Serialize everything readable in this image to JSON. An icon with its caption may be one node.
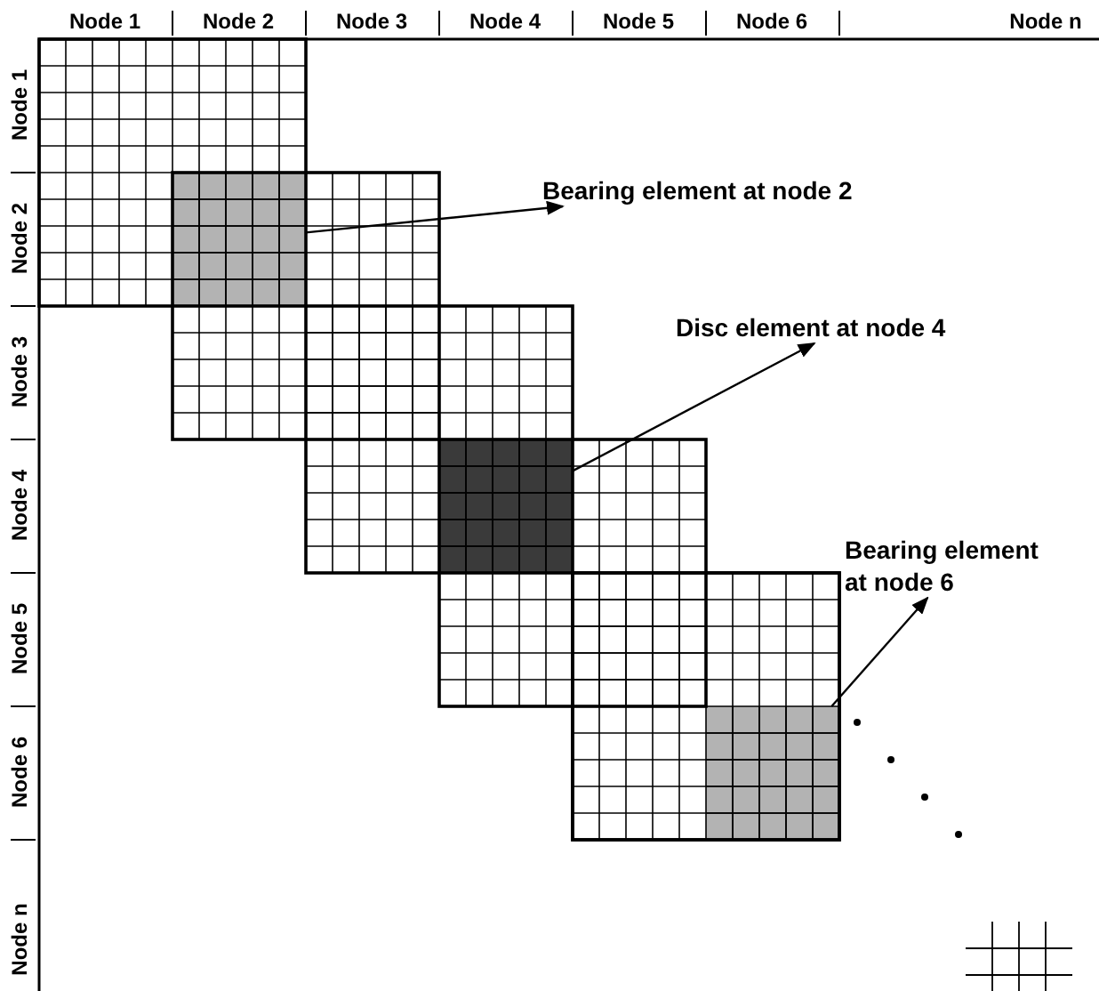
{
  "diagram": {
    "nodes": [
      {
        "text": [
          "Bearing element at node 2"
        ]
      },
      {
        "text": [],
        "shape": "box"
      },
      {
        "text": [
          "Disc element at node 4"
        ]
      },
      {
        "text": [],
        "shape": "box"
      },
      {
        "text": [
          "Bearing element at node 6"
        ]
      },
      {
        "text": [],
        "shape": "box"
      }
    ],
    "edges": [
      {
        "from": 1,
        "to": 0,
        "arrow": "to"
      },
      {
        "from": 3,
        "to": 2,
        "arrow": "to"
      },
      {
        "from": 5,
        "to": 4,
        "arrow": "to"
      }
    ],
    "labels": [
      "Node 1",
      "Node 2",
      "Node 3",
      "Node 4",
      "Node 5",
      "Node 6",
      "Node n",
      "Node 1",
      "Node 2",
      "Node 3",
      "Node 4",
      "Node 5",
      "Node 6",
      "Node n"
    ]
  }
}
